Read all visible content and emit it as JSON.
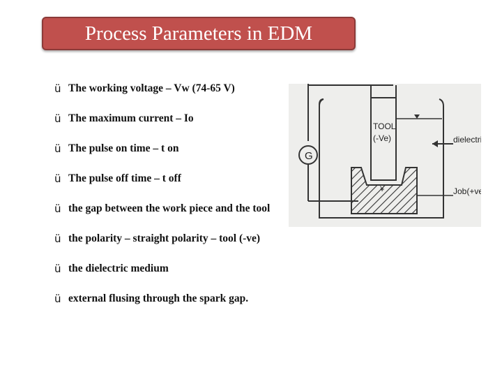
{
  "title": "Process Parameters in EDM",
  "check_glyph": "ü",
  "bullets": [
    "The working voltage – Vw (74-65 V)",
    "The maximum current – Io",
    "The pulse on time – t on",
    "The pulse off time – t off",
    "the gap between the work piece and the tool",
    "the polarity – straight polarity – tool (-ve)",
    "the dielectric medium",
    "external flusing through the spark gap."
  ],
  "diagram": {
    "generator_label": "G",
    "tool_label_line1": "TOOL",
    "tool_label_line2": "(-Ve)",
    "dielectric_label": "dielectric",
    "job_label": "Job(+ve)"
  },
  "colors": {
    "title_bg": "#c0504d",
    "title_border": "#8c3a38",
    "figure_bg": "#eeeeec"
  }
}
